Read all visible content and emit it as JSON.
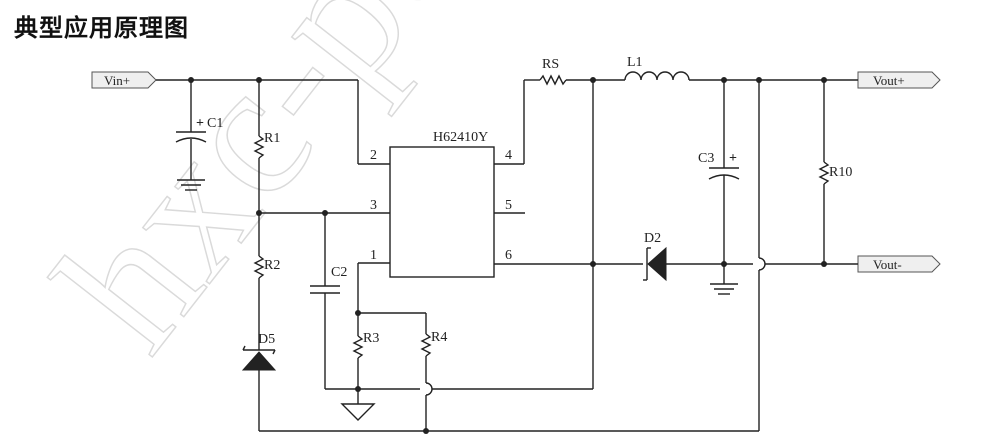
{
  "title": "典型应用原理图",
  "watermark": "hxc-po",
  "ports": {
    "vin_plus": "Vin+",
    "vout_plus": "Vout+",
    "vout_minus": "Vout-"
  },
  "ic": {
    "name": "H62410Y",
    "pins": [
      "2",
      "3",
      "1",
      "4",
      "5",
      "6"
    ]
  },
  "components": {
    "c1": "C1",
    "r1": "R1",
    "r2": "R2",
    "c2": "C2",
    "d5": "D5",
    "r3": "R3",
    "r4": "R4",
    "rs": "RS",
    "l1": "L1",
    "c3": "C3",
    "d2": "D2",
    "r10": "R10"
  }
}
